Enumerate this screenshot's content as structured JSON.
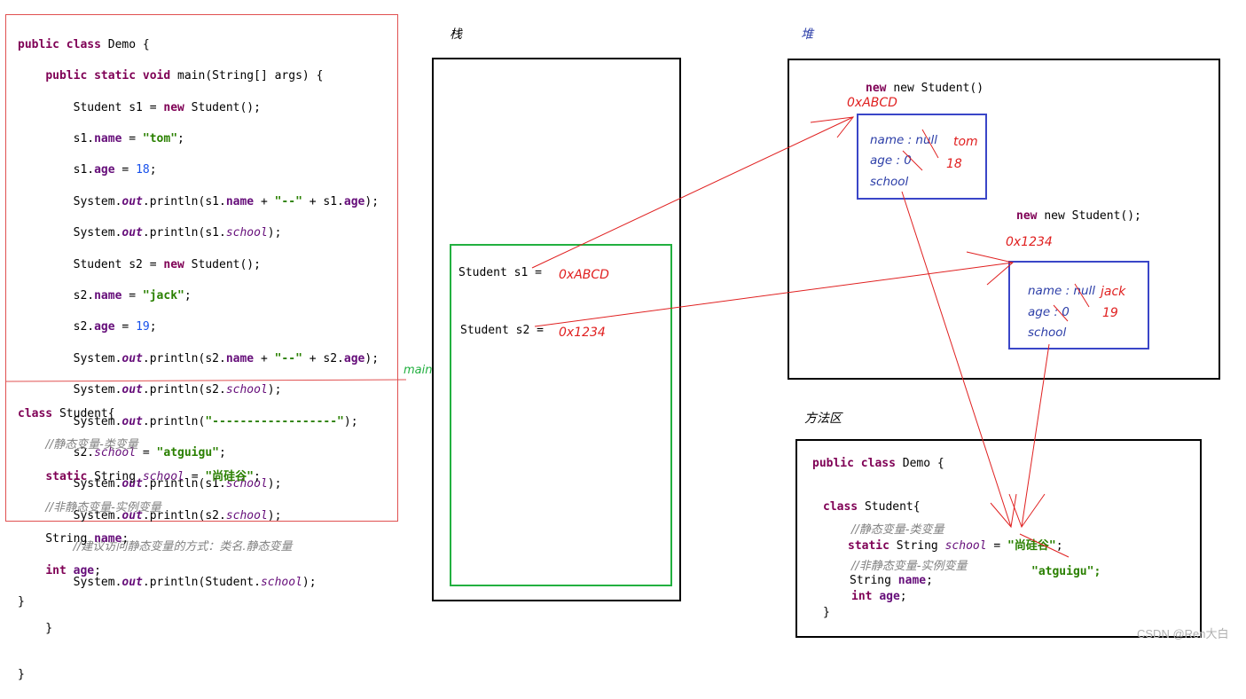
{
  "code_panel": {
    "demo_lines": [
      "public class Demo {",
      "    public static void main(String[] args) {",
      "        Student s1 = new Student();",
      "        s1.name = \"tom\";",
      "        s1.age = 18;",
      "        System.out.println(s1.name + \"--\" + s1.age);",
      "        System.out.println(s1.school);",
      "        Student s2 = new Student();",
      "        s2.name = \"jack\";",
      "        s2.age = 19;",
      "        System.out.println(s2.name + \"--\" + s2.age);",
      "        System.out.println(s2.school);",
      "        System.out.println(\"------------------\");",
      "        s2.school = \"atguigu\";",
      "        System.out.println(s1.school);",
      "        System.out.println(s2.school);",
      "        //建议访问静态变量的方式：类名.静态变量",
      "        System.out.println(Student.school);",
      "    }",
      "}"
    ],
    "main_label": "main",
    "student_lines": [
      "class Student{",
      "    //静态变量-类变量",
      "    static String school = \"尚硅谷\";",
      "    //非静态变量-实例变量",
      "    String name;",
      "    int age;",
      "}"
    ]
  },
  "stack": {
    "title": "栈",
    "s1_label": "Student s1 =",
    "s1_addr": "0xABCD",
    "s2_label": "Student s2 =",
    "s2_addr": "0x1234"
  },
  "heap": {
    "title": "堆",
    "obj1": {
      "header": "new Student()",
      "addr": "0xABCD",
      "name_field": "name : null",
      "age_field": "age : 0",
      "school_field": "school",
      "name_value": "tom",
      "age_value": "18"
    },
    "obj2": {
      "header": "new Student();",
      "addr": "0x1234",
      "name_field": "name : null",
      "age_field": "age : 0",
      "school_field": "school",
      "name_value": "jack",
      "age_value": "19"
    }
  },
  "method_area": {
    "title": "方法区",
    "line_demo": "public class Demo {",
    "line_class": "class Student{",
    "comment_static": "//静态变量-类变量",
    "line_static": "static String school = \"尚硅谷\";",
    "comment_instance": "//非静态变量-实例变量",
    "line_name": "String name;",
    "line_age": "int age;",
    "line_close": "}",
    "new_value": "\"atguigu\";"
  },
  "watermark": "CSDN @Ren大白",
  "colors": {
    "panel_border": "#e05050",
    "stack_frame_border": "#22b040",
    "object_border": "#3a46c8",
    "arrow": "#e02020"
  }
}
